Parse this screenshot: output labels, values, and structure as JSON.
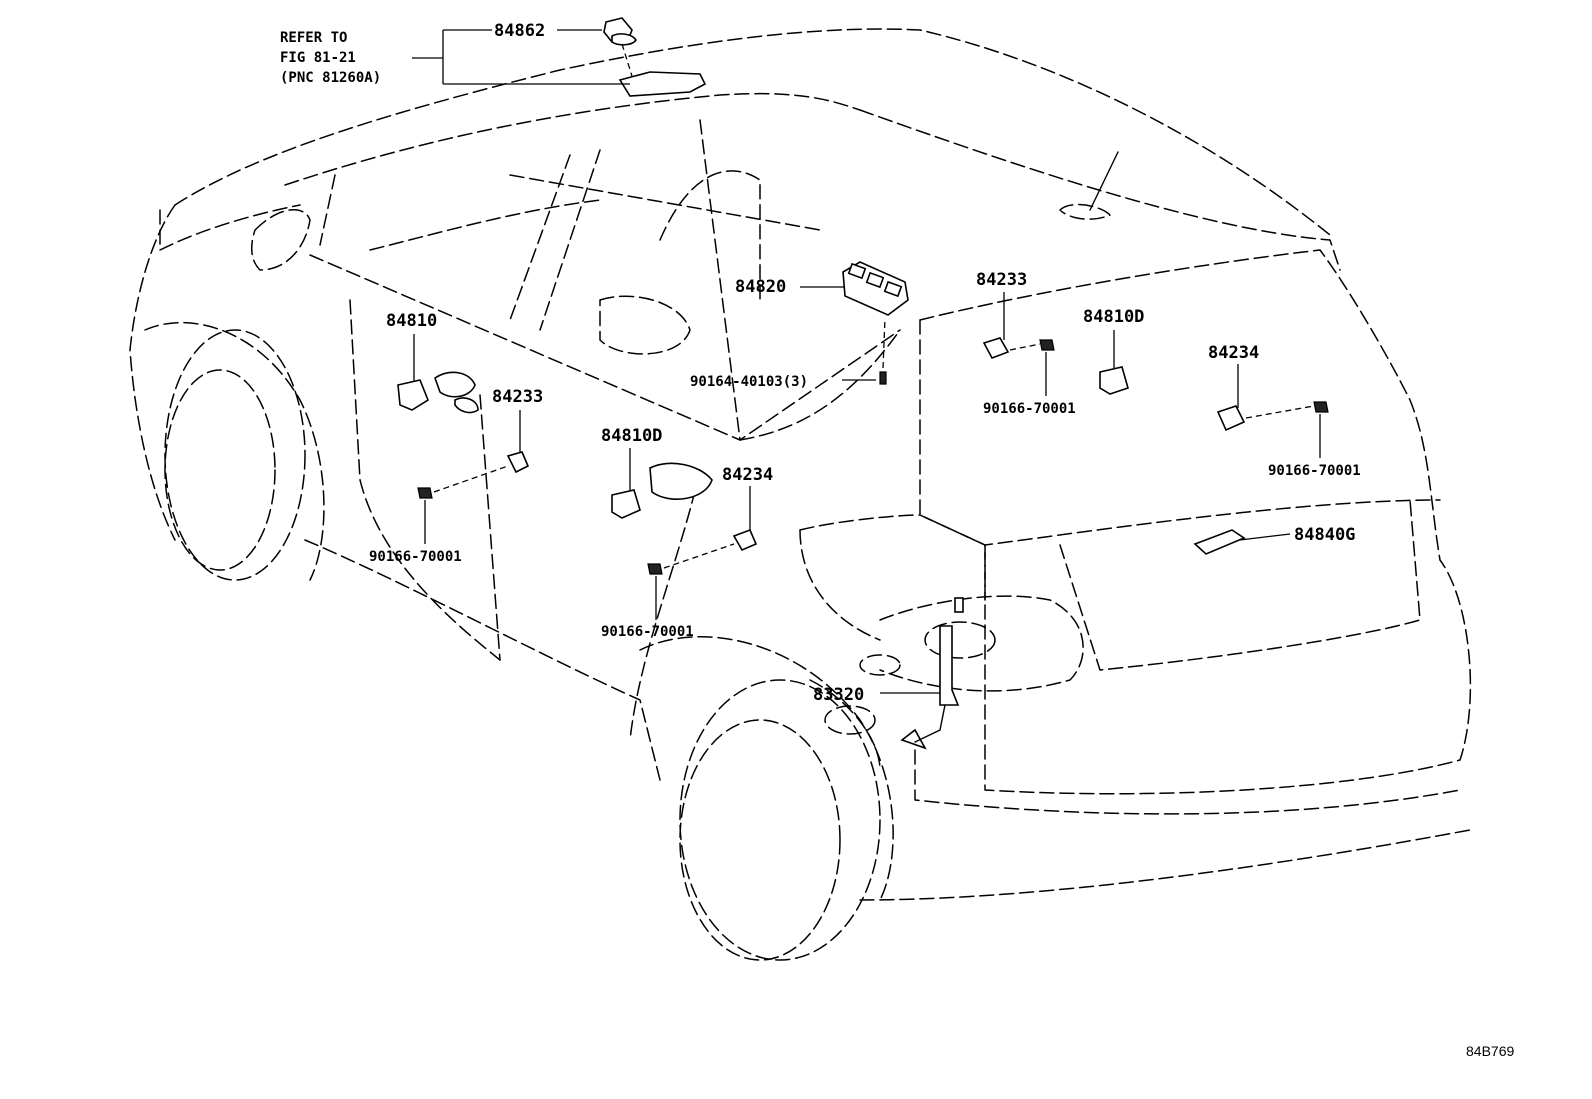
{
  "figure_id": "84B769",
  "reference_note": {
    "line1": "REFER TO",
    "line2": "FIG 81-21",
    "line3": "(PNC 81260A)"
  },
  "callouts": {
    "c84862": "84862",
    "c84820": "84820",
    "c84810_left": "84810",
    "c84233_left": "84233",
    "c84233_right": "84233",
    "c84810d_center": "84810D",
    "c84810d_right": "84810D",
    "c84234_center": "84234",
    "c84234_right": "84234",
    "c84840g": "84840G",
    "c83320": "83320",
    "c90164": "90164-40103(3)",
    "c90166_left": "90166-70001",
    "c90166_center": "90166-70001",
    "c90166_rt1": "90166-70001",
    "c90166_rt2": "90166-70001"
  }
}
